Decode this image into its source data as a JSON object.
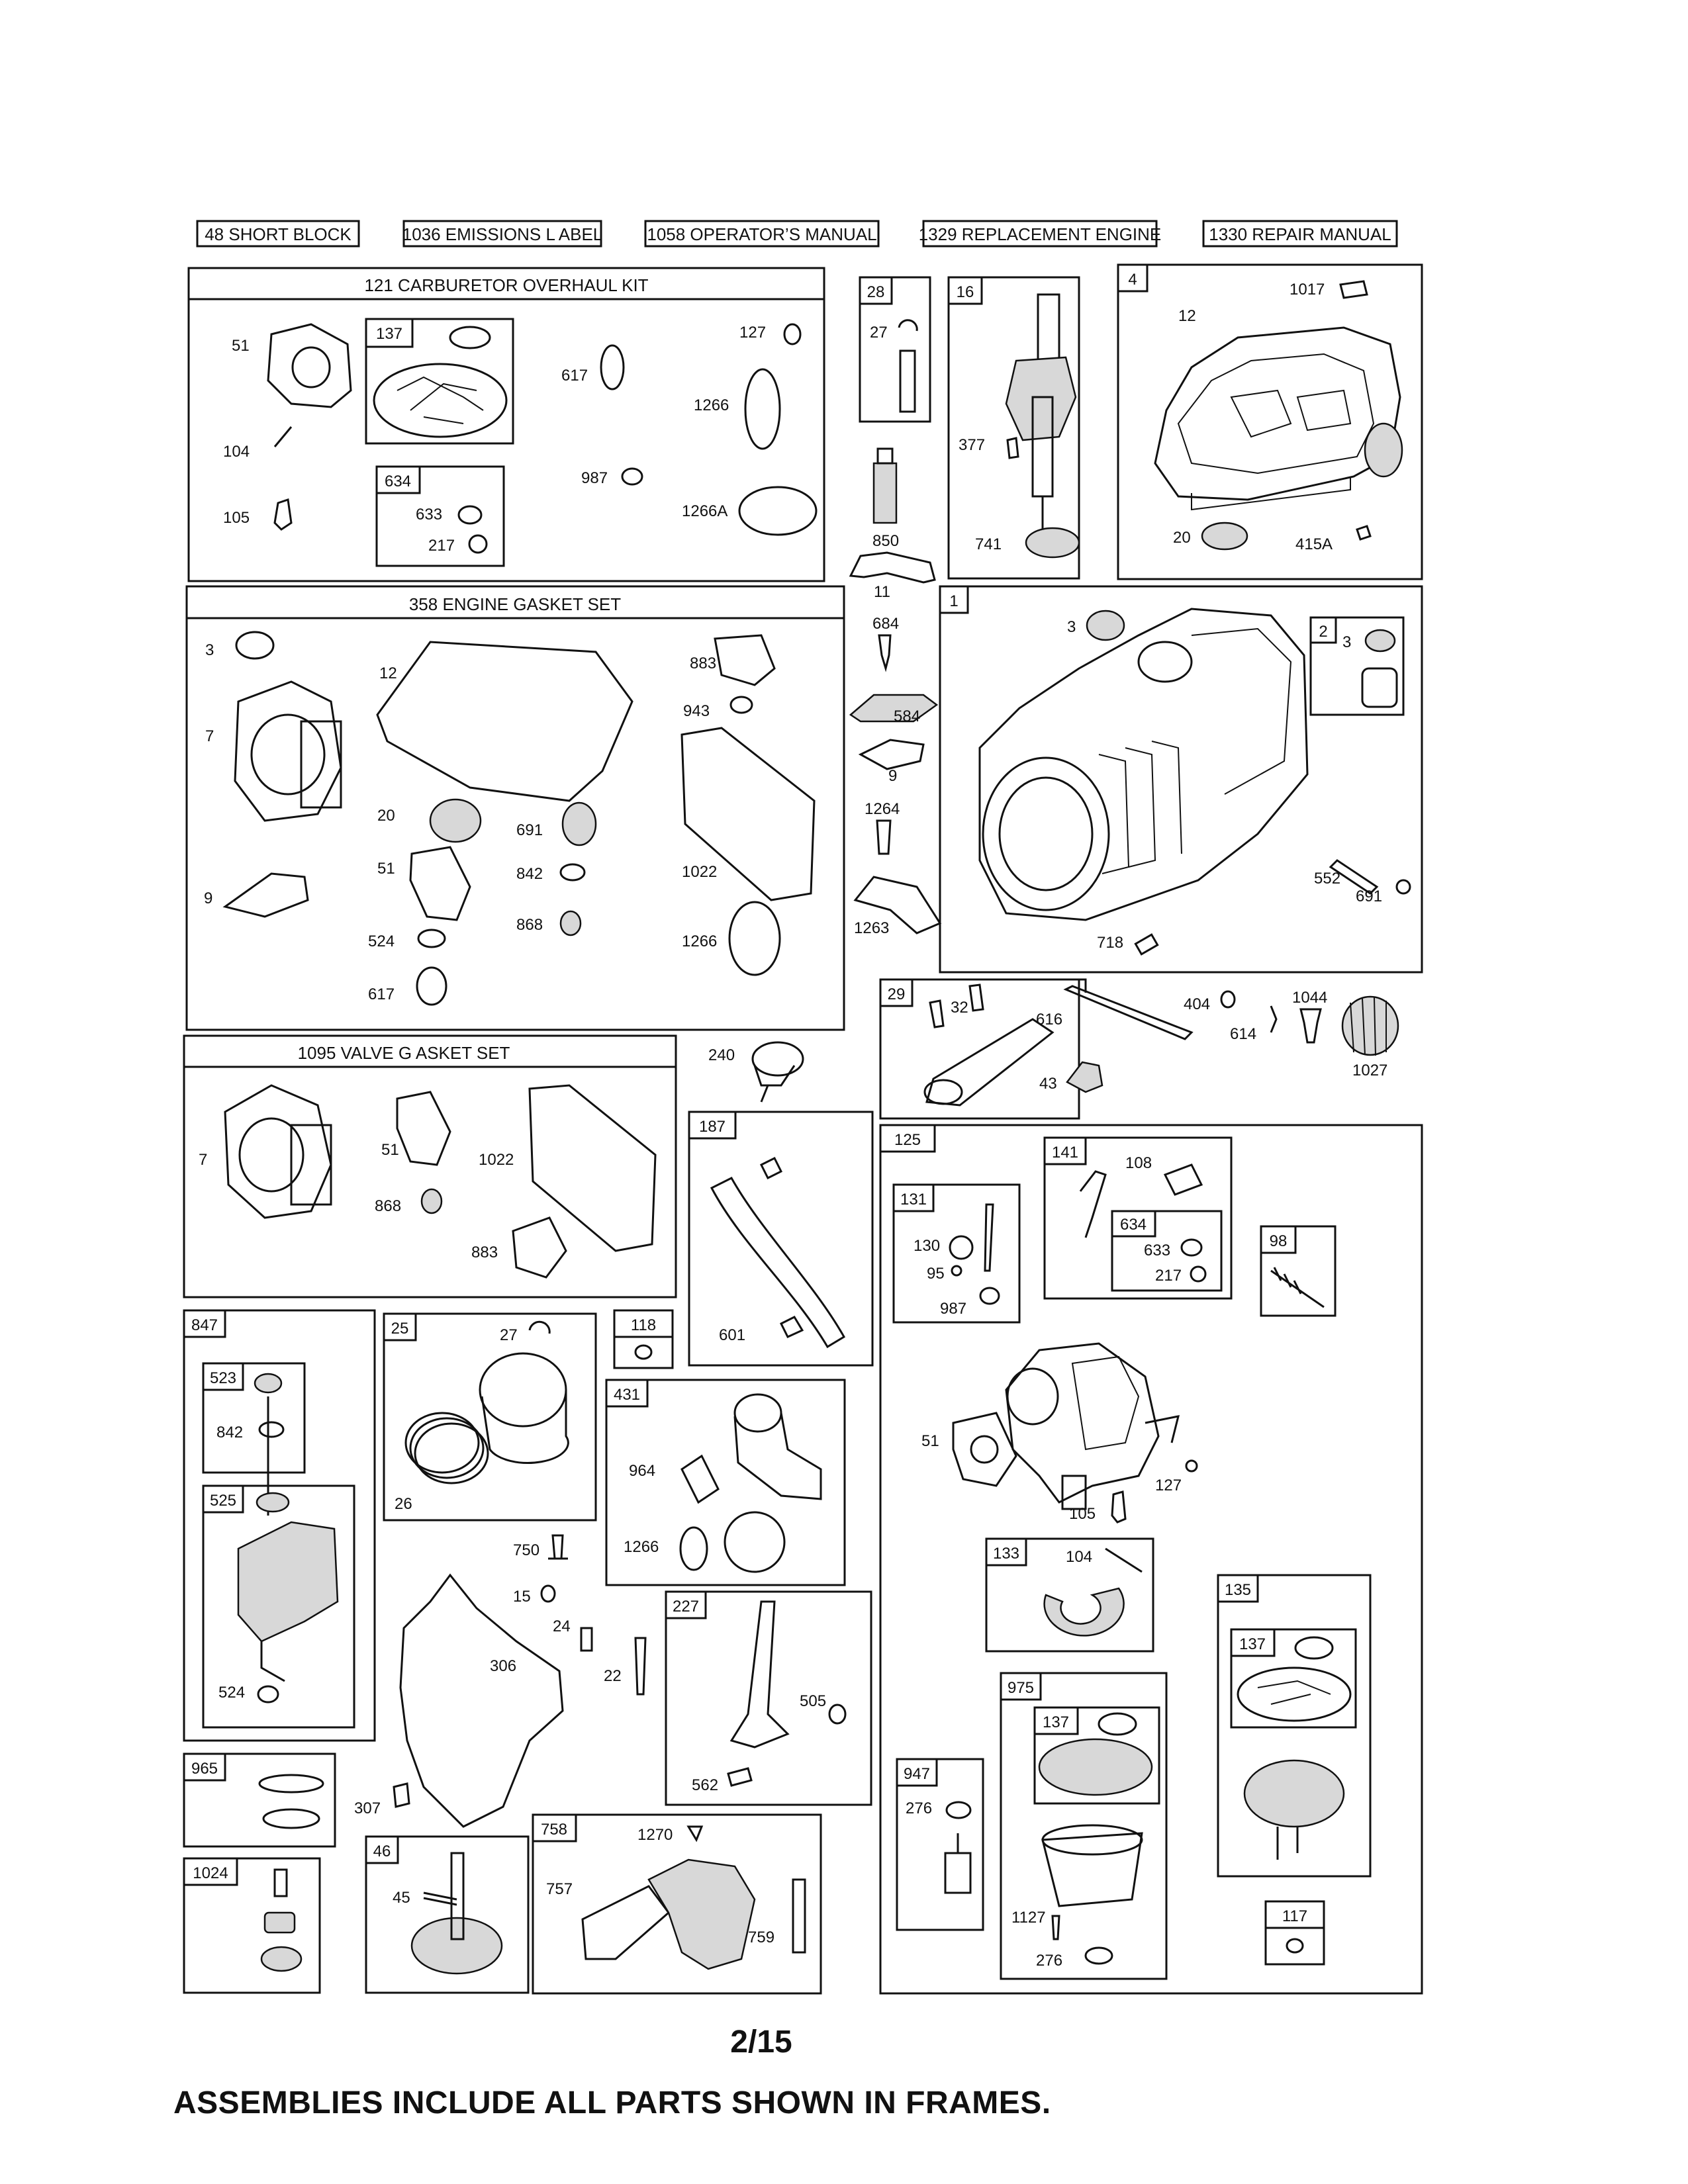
{
  "header_buttons": [
    "48 SHORT BLOCK",
    "1036 EMISSIONS L ABEL",
    "1058 OPERATOR’S MANUAL",
    "1329 REPLACEMENT ENGINE",
    "1330 REPAIR MANUAL"
  ],
  "kit_titles": {
    "carb_kit": "121 CARBURETOR OVERHAUL KIT",
    "gasket_set": "358 ENGINE GASKET SET",
    "valve_set": "1095 VALVE G ASKET SET"
  },
  "frame_tags": {
    "f137a": "137",
    "f634a": "634",
    "f28": "28",
    "f16": "16",
    "f4": "4",
    "f1": "1",
    "f2": "2",
    "f29": "29",
    "f187": "187",
    "f125": "125",
    "f141": "141",
    "f634b": "634",
    "f131": "131",
    "f98": "98",
    "f847": "847",
    "f523": "523",
    "f525": "525",
    "f25": "25",
    "f118": "118",
    "f431": "431",
    "f133": "133",
    "f135": "135",
    "f137c": "137",
    "f227": "227",
    "f975": "975",
    "f137b": "137",
    "f947": "947",
    "f965": "965",
    "f1024": "1024",
    "f46": "46",
    "f758": "758",
    "f117": "117"
  },
  "part_labels": {
    "c51": "51",
    "c104": "104",
    "c105": "105",
    "c633": "633",
    "c217": "217",
    "c617": "617",
    "c127": "127",
    "c1266": "1266",
    "c987": "987",
    "c1266A": "1266A",
    "s27": "27",
    "s850": "850",
    "s11": "11",
    "s377": "377",
    "s741": "741",
    "s12": "12",
    "s1017": "1017",
    "s20": "20",
    "s415A": "415A",
    "g3": "3",
    "g7": "7",
    "g9": "9",
    "g12": "12",
    "g20": "20",
    "g51": "51",
    "g524": "524",
    "g617": "617",
    "g691": "691",
    "g842": "842",
    "g868": "868",
    "g883": "883",
    "g943": "943",
    "g1022": "1022",
    "g1266": "1266",
    "m684": "684",
    "m584": "584",
    "m9": "9",
    "m1264": "1264",
    "m1263": "1263",
    "e3": "3",
    "e3b": "3",
    "e552": "552",
    "e691": "691",
    "e718": "718",
    "v7": "7",
    "v51": "51",
    "v868": "868",
    "v1022": "1022",
    "v883": "883",
    "v240": "240",
    "r32": "32",
    "r616": "616",
    "r43": "43",
    "r404": "404",
    "r614": "614",
    "r1044": "1044",
    "r1027": "1027",
    "h601": "601",
    "p108": "108",
    "p633": "633",
    "p217": "217",
    "p130": "130",
    "p95": "95",
    "p987": "987",
    "p51": "51",
    "p127": "127",
    "p105": "105",
    "p104": "104",
    "p1127": "1127",
    "p276b": "276",
    "p276": "276",
    "o842": "842",
    "o524": "524",
    "k27": "27",
    "k26": "26",
    "k964": "964",
    "k1266": "1266",
    "k750": "750",
    "k15": "15",
    "k24": "24",
    "k22": "22",
    "k306": "306",
    "k307": "307",
    "k505": "505",
    "k562": "562",
    "k45": "45",
    "k1270": "1270",
    "k757": "757",
    "k759": "759"
  },
  "footer": {
    "page": "2/15",
    "note": "ASSEMBLIES INCLUDE ALL PARTS SHOWN IN FRAMES."
  }
}
